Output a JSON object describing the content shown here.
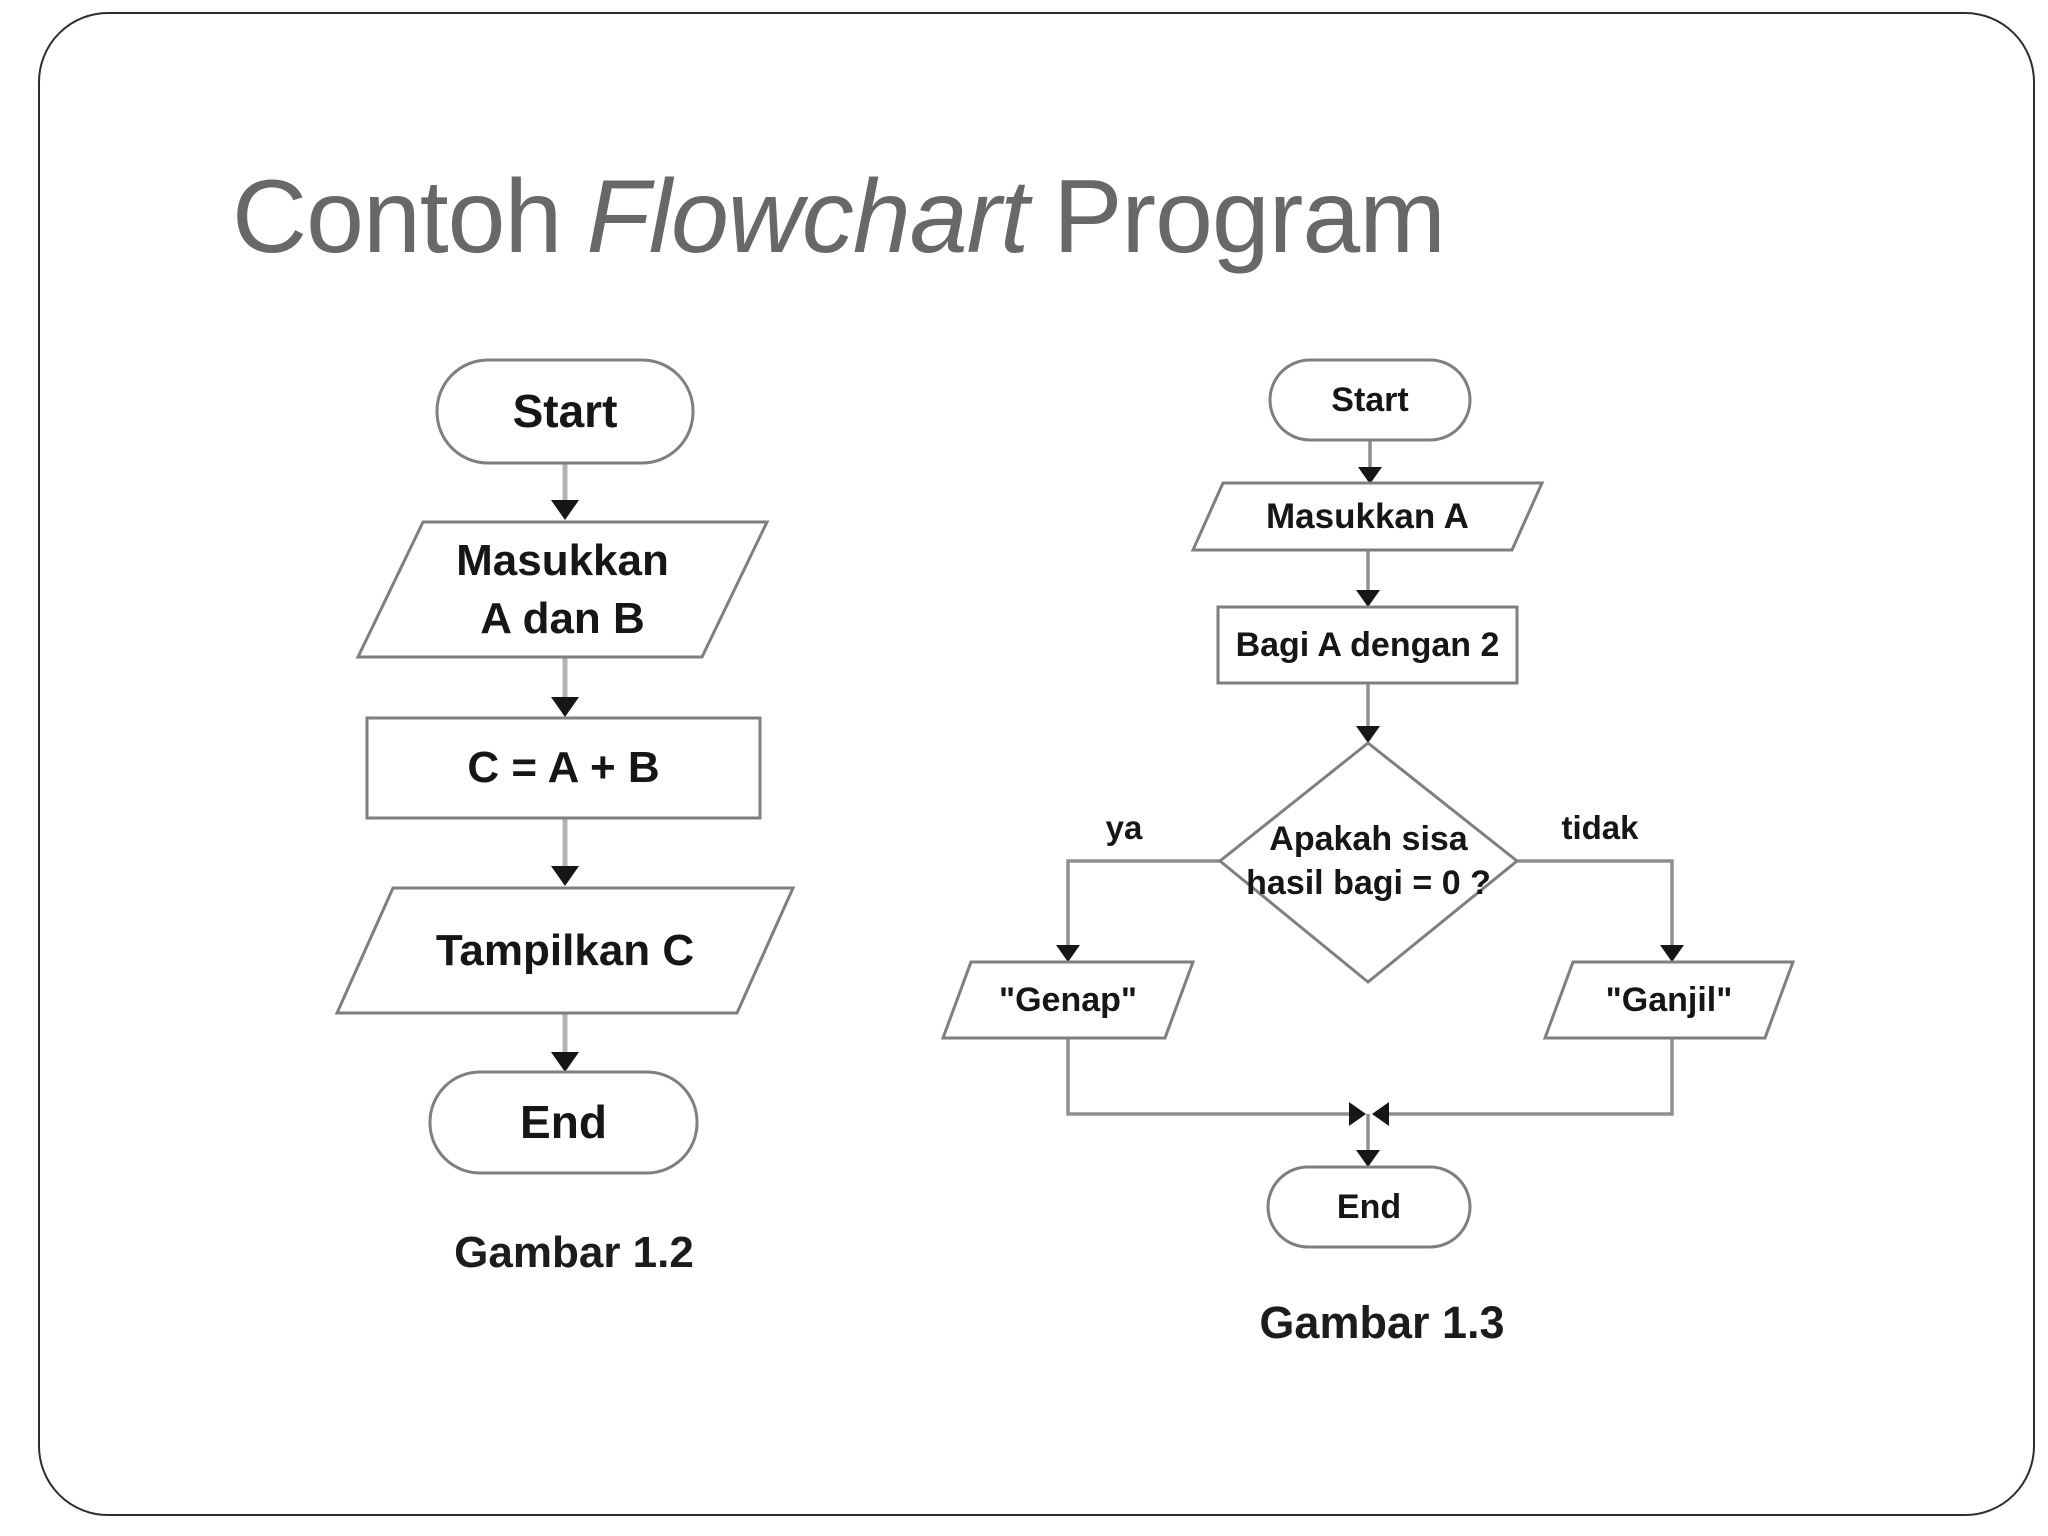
{
  "title": {
    "part1": "Contoh",
    "part2_italic": "Flowchart",
    "part3": "Program"
  },
  "colors": {
    "shape_border": "#7f7f7f",
    "connector_left_chart": "#b3b3b3",
    "connector_right_chart": "#8f8f8f",
    "arrowhead": "#161616",
    "node_text": "#161616",
    "title_text": "#686868",
    "slide_border": "#2e2e2e",
    "background": "#ffffff"
  },
  "chart1": {
    "caption": "Gambar 1.2",
    "nodes": {
      "start": "Start",
      "input_line1": "Masukkan",
      "input_line2": "A dan B",
      "process": "C = A + B",
      "output": "Tampilkan C",
      "end": "End"
    },
    "flow": "Start -> Masukkan A dan B -> C = A + B -> Tampilkan C -> End"
  },
  "chart2": {
    "caption": "Gambar 1.3",
    "nodes": {
      "start": "Start",
      "input": "Masukkan A",
      "process": "Bagi A dengan 2",
      "decision_line1": "Apakah sisa",
      "decision_line2": "hasil bagi = 0 ?",
      "yes_label": "ya",
      "no_label": "tidak",
      "even_output": "\"Genap\"",
      "odd_output": "\"Ganjil\"",
      "end": "End"
    },
    "flow": "Start -> Masukkan A -> Bagi A dengan 2 -> Apakah sisa hasil bagi = 0 ? (ya -> \"Genap\", tidak -> \"Ganjil\") -> End"
  }
}
